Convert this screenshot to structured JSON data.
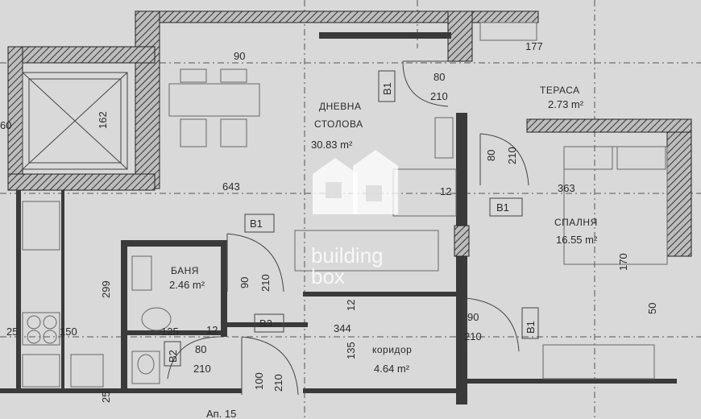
{
  "rooms": {
    "living_name_1": "ДНЕВНА",
    "living_name_2": "СТОЛОВА",
    "living_area": "30.83 m²",
    "bedroom_name": "СПАЛНЯ",
    "bedroom_area": "16.55 m²",
    "bathroom_name": "БАНЯ",
    "bathroom_area": "2.46 m²",
    "corridor_name": "коридор",
    "corridor_area": "4.64 m²",
    "terrace_name": "ТЕРАСА",
    "terrace_area": "2.73 m²",
    "apartment_label": "Ап. 15"
  },
  "door_tags": {
    "b1_top": "B1",
    "b1_bedroom": "B1",
    "b1_bath": "B1",
    "b1_corridor": "B1",
    "b3": "B3",
    "b2": "B2"
  },
  "dimensions": {
    "d_90_top": "90",
    "d_643": "643",
    "d_80_top": "80",
    "d_210_top": "210",
    "d_177": "177",
    "d_162": "162",
    "d_80_v": "80",
    "d_210_v": "210",
    "d_363": "363",
    "d_12_a": "12",
    "d_90_bath": "90",
    "d_210_bath": "210",
    "d_299": "299",
    "d_25_left": "25",
    "d_150": "150",
    "d_125": "125",
    "d_12_b": "12",
    "d_80_b2": "80",
    "d_210_b2": "210",
    "d_100": "100",
    "d_210_b3": "210",
    "d_344": "344",
    "d_135": "135",
    "d_90_cor": "90",
    "d_210_cor": "210",
    "d_50": "50",
    "d_170": "170",
    "d_12_c": "12",
    "d_25_bottom": "25",
    "d_60": "60"
  },
  "watermark": {
    "line1": "building",
    "line2": "box"
  },
  "colors": {
    "paper": "#d9d9d9",
    "wall": "#3a3a3a",
    "watermark": "#ffffff"
  }
}
